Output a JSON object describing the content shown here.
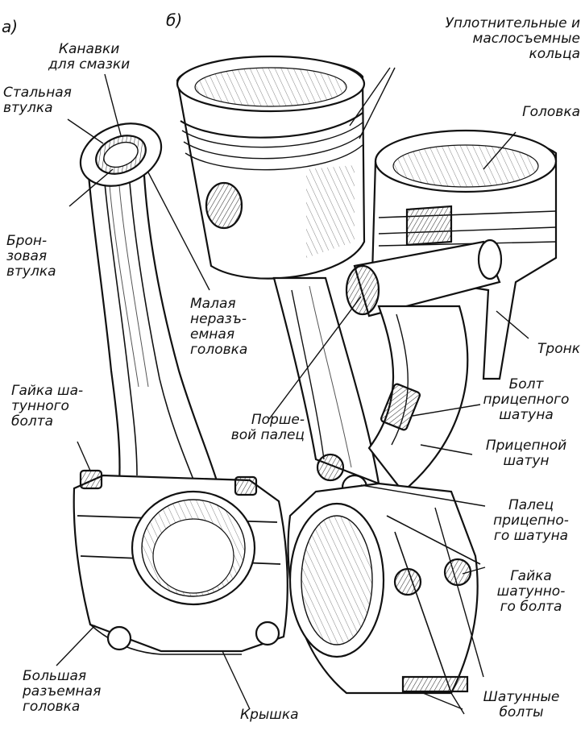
{
  "figure": {
    "panel_a": "а)",
    "panel_b": "б)"
  },
  "labels": {
    "kanavki": "Канавки\nдля смазки",
    "stalnaya_vtulka": "Стальная\nвтулка",
    "bronzovaya_vtulka": "Брон-\nзовая\nвтулка",
    "malaya_golovka": "Малая\nнеразъ-\nемная\nголовка",
    "gayka_a": "Гайка ша-\nтунного\nболта",
    "bolshaya_golovka": "Большая\nразъемная\nголовка",
    "kryshka": "Крышка",
    "koltsa": "Уплотнительные и\nмаслосъемные\nкольца",
    "golovka": "Головка",
    "tronk": "Тронк",
    "porshnevoy_palets": "Порше-\nвой палец",
    "bolt_pricepnogo": "Болт\nприцепного\nшатуна",
    "pricepnoy_shatun": "Прицепной\nшатун",
    "palets_pricepnogo": "Палец\nприцепно-\nго шатуна",
    "gayka_b": "Гайка\nшатунно-\nго болта",
    "shatunnye_bolty": "Шатунные\nболты"
  },
  "colors": {
    "ink": "#111111",
    "shade": "#555555",
    "paper": "#ffffff"
  }
}
